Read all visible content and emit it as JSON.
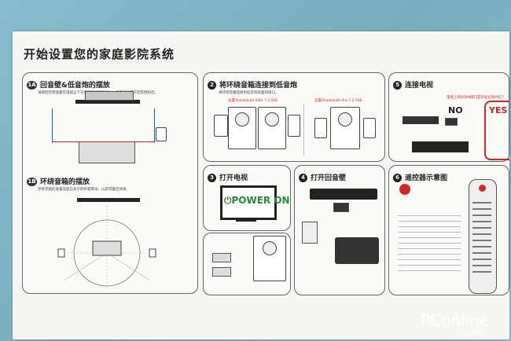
{
  "poster": {
    "title": "开始设置您的家庭影院系统",
    "step1a": {
      "badge": "1A",
      "title": "回音壁&低音炮的摆放",
      "note": "请将回音壁放置在电视正下方或将其挂装在墙上，低音炮放置于回音壁附近。"
    },
    "step1b": {
      "badge": "1B",
      "title": "环绕音箱的摆放",
      "note": "环绕音箱的放置高度应高于聆听者耳朵，以获得最佳效果。"
    },
    "step2": {
      "badge": "2",
      "title": "将环绕音箱连接到低音炮",
      "note": "将环绕音箱连接到低音炮背面的接口。",
      "left_model": "设置Shockwafe Elite 7.2 SSE",
      "right_model": "设置Shockwafe Pro 7.2 SSE"
    },
    "step3": {
      "badge": "3",
      "title": "打开电视",
      "screen_text": "POWER ON"
    },
    "step4": {
      "badge": "4",
      "title": "打开回音壁"
    },
    "step5": {
      "badge": "5",
      "title": "连接电视",
      "question": "电视上的HDMI接口是否标记有ARC?",
      "no": "NO",
      "yes": "YES"
    },
    "step6": {
      "badge": "6",
      "title": "遥控器示意图"
    }
  },
  "watermark": {
    "brand": "PConline",
    "sub": "太平洋电脑网"
  },
  "colors": {
    "accent_red": "#d9232a",
    "power_green": "#2a8a3a",
    "wall_blue": "#7fb3c4"
  }
}
